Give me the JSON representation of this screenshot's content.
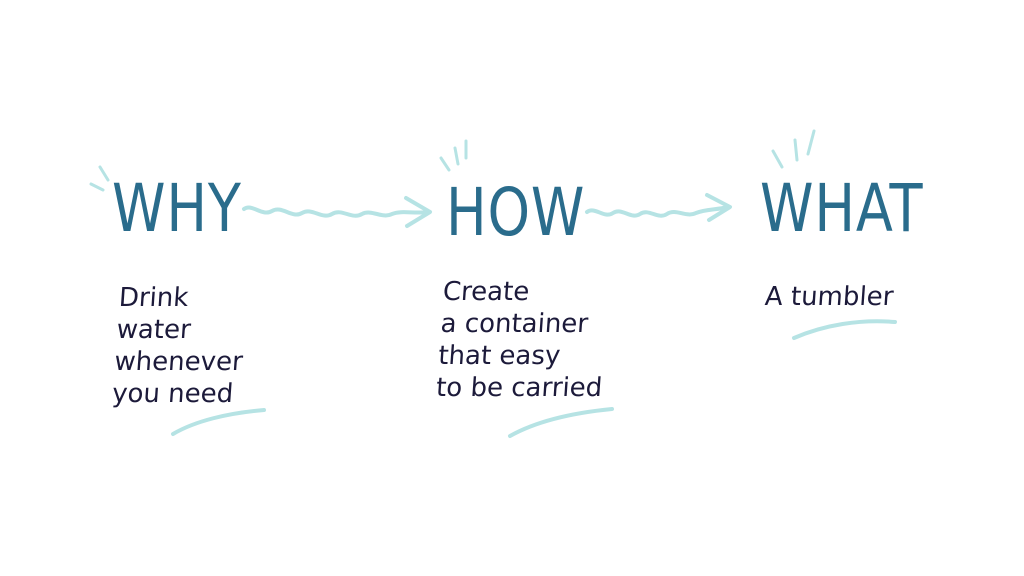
{
  "colors": {
    "heading": "#2a6c8c",
    "body_text": "#1c1a3a",
    "accent": "#b6e3e4"
  },
  "diagram": {
    "steps": [
      {
        "id": "why",
        "heading": "WHY",
        "lines": [
          "Drink",
          "water",
          "whenever",
          "you need"
        ]
      },
      {
        "id": "how",
        "heading": "HOW",
        "lines": [
          "Create",
          "a container",
          "that easy",
          "to be carried"
        ]
      },
      {
        "id": "what",
        "heading": "WHAT",
        "lines": [
          "A tumbler"
        ]
      }
    ],
    "connectors": [
      {
        "from": "why",
        "to": "how",
        "icon": "wavy-arrow-icon"
      },
      {
        "from": "how",
        "to": "what",
        "icon": "wavy-arrow-icon"
      }
    ]
  }
}
